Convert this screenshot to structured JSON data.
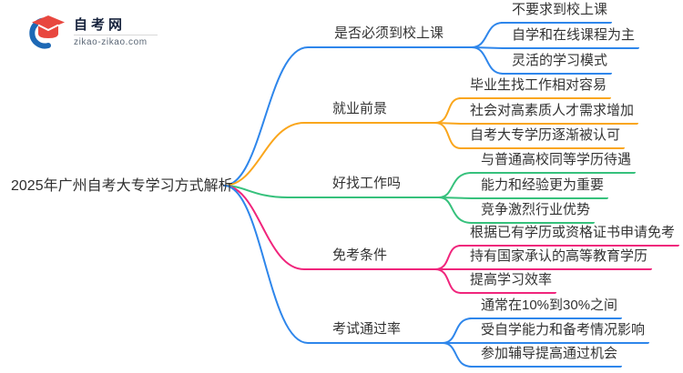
{
  "logo": {
    "site_name": "自考网",
    "site_url": "zikao-zikao.com",
    "icon": "graduation-cap-icon",
    "crescent_color": "#1d68b5",
    "cap_color": "#e8473f"
  },
  "central_topic": "2025年广州自考大专学习方式解析",
  "background_color": "#ffffff",
  "text_color": "#333333",
  "branches": [
    {
      "label": "是否必须到校上课",
      "color": "#2e86eb",
      "children": [
        "不要求到校上课",
        "自学和在线课程为主",
        "灵活的学习模式"
      ]
    },
    {
      "label": "就业前景",
      "color": "#faa61c",
      "children": [
        "毕业生找工作相对容易",
        "社会对高素质人才需求增加",
        "自考大专学历逐渐被认可"
      ]
    },
    {
      "label": "好找工作吗",
      "color": "#36c17c",
      "children": [
        "与普通高校同等学历待遇",
        "能力和经验更为重要",
        "竞争激烈行业优势"
      ]
    },
    {
      "label": "免考条件",
      "color": "#f0257c",
      "children": [
        "根据已有学历或资格证书申请免考",
        "持有国家承认的高等教育学历",
        "提高学习效率"
      ]
    },
    {
      "label": "考试通过率",
      "color": "#2e86eb",
      "children": [
        "通常在10%到30%之间",
        "受自学能力和备考情况影响",
        "参加辅导提高通过机会"
      ]
    }
  ]
}
